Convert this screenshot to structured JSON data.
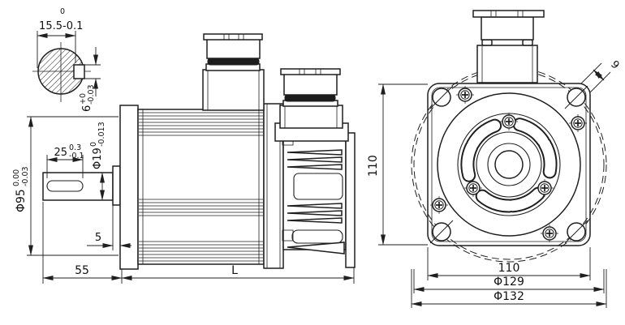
{
  "meta": {
    "type": "engineering-dimension-drawing",
    "subject": "servo-motor-outline-drawing"
  },
  "colors": {
    "line": "#1f1f1f",
    "background": "#ffffff",
    "thread_ring": "#1c1c1c"
  },
  "dims": {
    "section_width": {
      "sup": "0",
      "value": "15.5",
      "sub": "-0.1"
    },
    "keyway_width": {
      "value": "6",
      "sup": "+0",
      "sub": "-0.03"
    },
    "keyway_length": {
      "value": "25",
      "sup": "0.3",
      "sub": "-0.1"
    },
    "shaft_dia": {
      "value": "Φ19",
      "sup": "0",
      "sub": "-0.013"
    },
    "pilot_dia": {
      "value": "Φ95",
      "sup": "0.00",
      "sub": "-0.03"
    },
    "shoulder_length": {
      "value": "5"
    },
    "shaft_length": {
      "value": "55"
    },
    "body_length": {
      "value": "L"
    },
    "flange_height": {
      "value": "110"
    },
    "flange_width": {
      "value": "110"
    },
    "bolt_circle_dia": {
      "value": "Φ129"
    },
    "outer_dia": {
      "value": "Φ132"
    },
    "mount_hole_dia": {
      "value": "9"
    }
  }
}
